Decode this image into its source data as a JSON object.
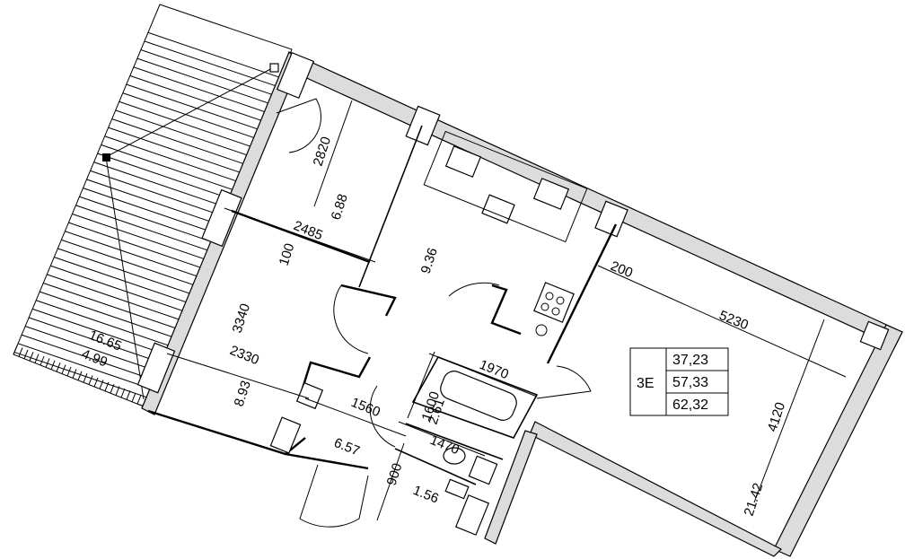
{
  "unit_table": {
    "code": "3E",
    "values": [
      "37,23",
      "57,33",
      "62,32"
    ]
  },
  "room_areas": {
    "room_top": "6.88",
    "room_middle": "9.36",
    "room_left": "8.93",
    "room_hall": "6.57",
    "room_bath": "2.61",
    "room_wc": "1.56",
    "room_big": "21.42",
    "balcony_area": "16.65",
    "balcony_area_reduced": "4.99"
  },
  "dimensions": {
    "d_2820": "2820",
    "d_2485": "2485",
    "d_100": "100",
    "d_3340": "3340",
    "d_2330": "2330",
    "d_200": "200",
    "d_5230": "5230",
    "d_1970": "1970",
    "d_1560": "1560",
    "d_1600": "1600",
    "d_1470": "1470",
    "d_900": "900",
    "d_4120": "4120"
  }
}
